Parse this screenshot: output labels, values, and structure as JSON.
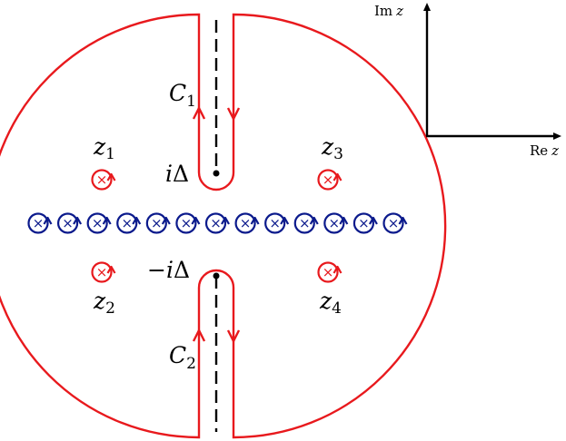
{
  "labels": {
    "c1": "C",
    "c1_sub": "1",
    "c2": "C",
    "c2_sub": "2",
    "branch_top_i": "i",
    "branch_top_delta": "Δ",
    "branch_bottom_sign": "−",
    "branch_bottom_i": "i",
    "branch_bottom_delta": "Δ",
    "z1": "z",
    "z1_sub": "1",
    "z2": "z",
    "z2_sub": "2",
    "z3": "z",
    "z3_sub": "3",
    "z4": "z",
    "z4_sub": "4",
    "axis_im": "Im",
    "axis_im_var": "z",
    "axis_re": "Re",
    "axis_re_var": "z"
  },
  "colors": {
    "contour": "#e8191d",
    "poles_row": "#0b1a8c",
    "cut": "#000000"
  },
  "pole_row_count": 13,
  "marker_glyph": "×"
}
